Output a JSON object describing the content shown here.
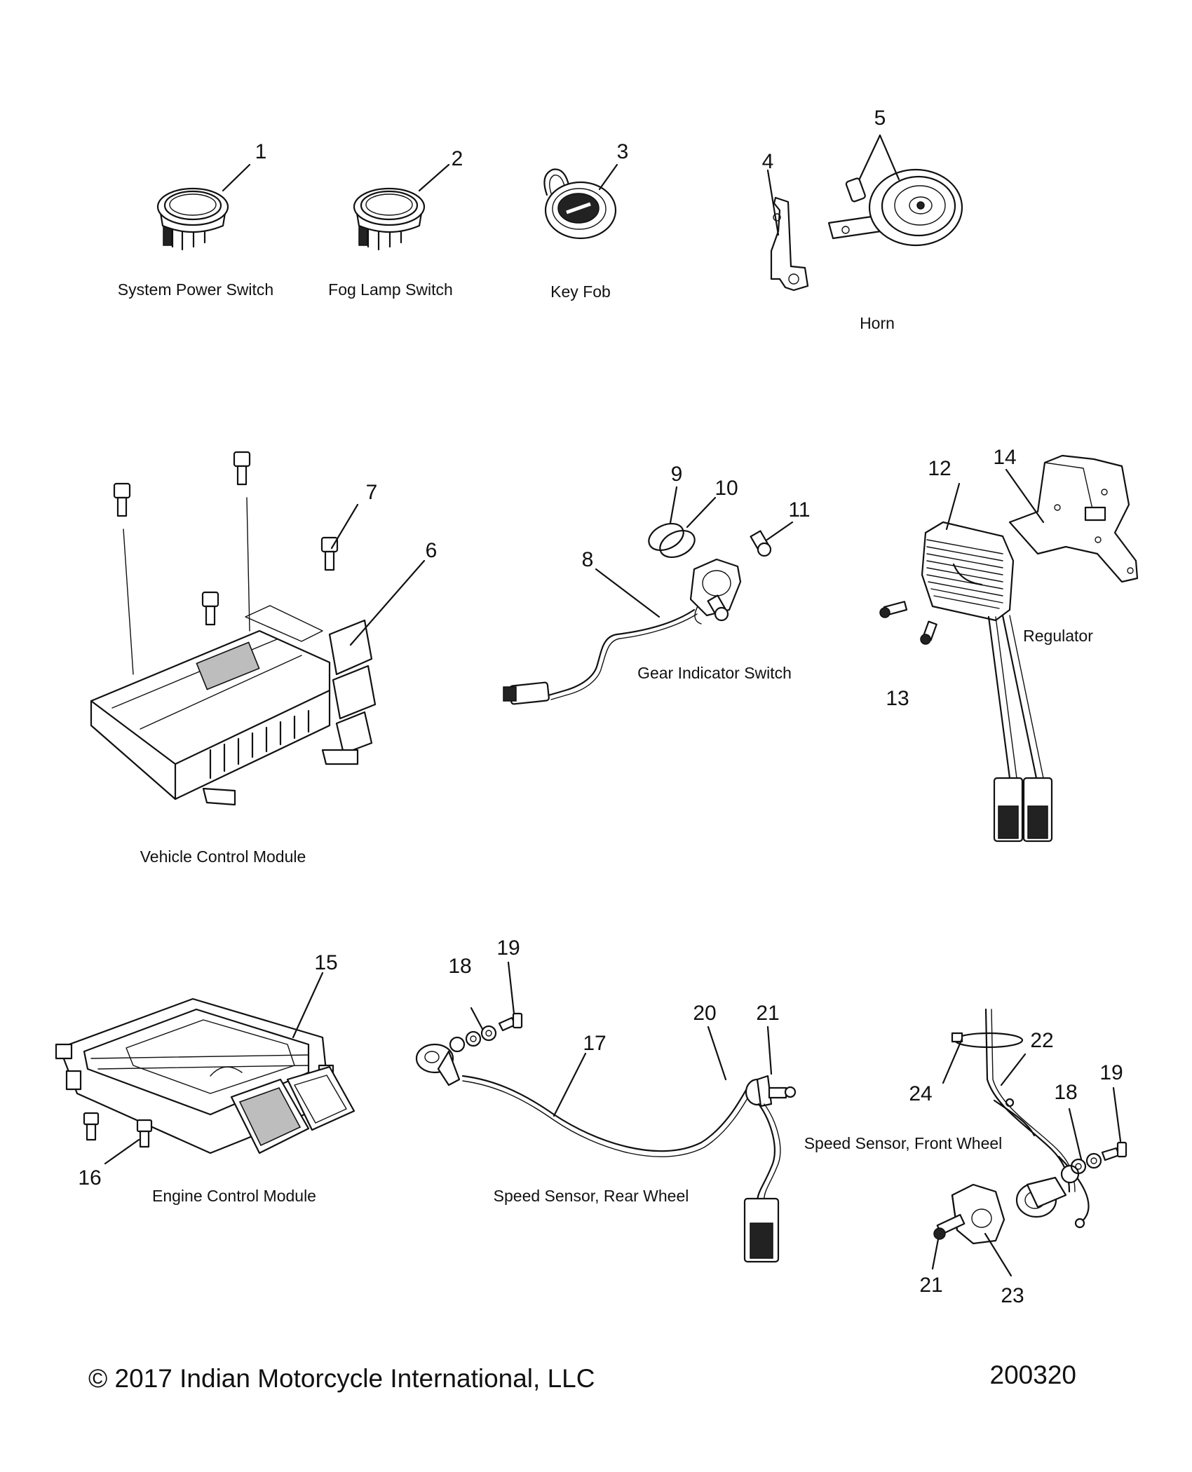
{
  "captions": {
    "system_power_switch": "System Power Switch",
    "fog_lamp_switch": "Fog Lamp Switch",
    "key_fob": "Key Fob",
    "horn": "Horn",
    "vehicle_control_module": "Vehicle Control Module",
    "gear_indicator_switch": "Gear Indicator Switch",
    "regulator": "Regulator",
    "engine_control_module": "Engine Control Module",
    "speed_sensor_rear": "Speed Sensor, Rear Wheel",
    "speed_sensor_front": "Speed Sensor, Front Wheel"
  },
  "callouts": [
    "1",
    "2",
    "3",
    "4",
    "5",
    "6",
    "7",
    "8",
    "9",
    "10",
    "11",
    "12",
    "13",
    "14",
    "15",
    "16",
    "17",
    "18",
    "19",
    "20",
    "21",
    "22",
    "23",
    "24",
    "18",
    "19",
    "21"
  ],
  "footer": {
    "copyright": "© 2017 Indian Motorcycle International, LLC",
    "diagram_number": "200320"
  }
}
